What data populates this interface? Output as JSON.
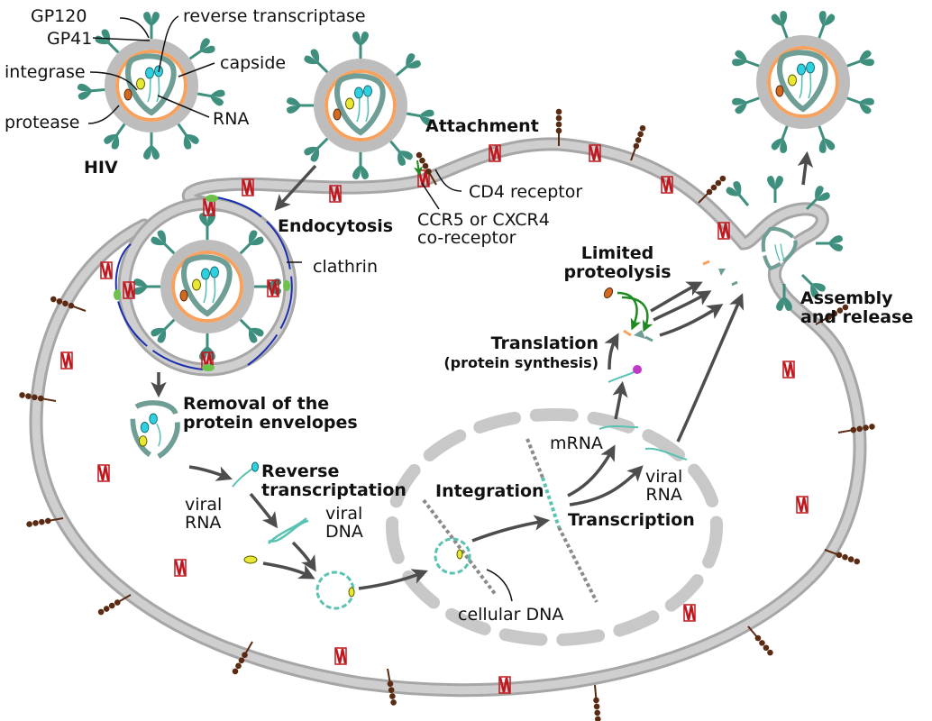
{
  "title": "HIV replication cycle",
  "colors": {
    "membrane": "#bdbdbd",
    "membrane_edge": "#a6a6a6",
    "capsid": "#6f9e96",
    "matrix": "#f7a15e",
    "spike": "#3f8f7f",
    "rna": "#59c3b3",
    "enzyme_cyan": "#2fd0e0",
    "integrase": "#e8e832",
    "protease": "#d2691e",
    "cd4": "#5a2a12",
    "coreceptor": "#c0171f",
    "clathrin": "#1a2fb0",
    "adaptor": "#6cc24a",
    "arrow": "#4d4d4d",
    "protease_arrow": "#1f8a1f",
    "ribosome": "#c03ac8",
    "nucleus": "#c8c8c8"
  },
  "virion_labels": {
    "gp120": "GP120",
    "gp41": "GP41",
    "reverse_transcriptase": "reverse transcriptase",
    "integrase": "integrase",
    "capside": "capside",
    "protease": "protease",
    "rna": "RNA",
    "hiv": "HIV"
  },
  "membrane_labels": {
    "cd4": "CD4 receptor",
    "coreceptor_line1": "CCR5 or CXCR4",
    "coreceptor_line2": "co-receptor",
    "clathrin": "clathrin"
  },
  "steps": {
    "attachment": "Attachment",
    "endocytosis": "Endocytosis",
    "removal_line1": "Removal of the",
    "removal_line2": "protein envelopes",
    "rt_line1": "Reverse",
    "rt_line2": "transcriptation",
    "integration": "Integration",
    "transcription": "Transcription",
    "translation_line1": "Translation",
    "translation_line2": "(protein synthesis)",
    "proteolysis_line1": "Limited",
    "proteolysis_line2": "proteolysis",
    "assembly_line1": "Assembly",
    "assembly_line2": "and release"
  },
  "molecule_labels": {
    "viral_rna_1_line1": "viral",
    "viral_rna_1_line2": "RNA",
    "viral_dna_line1": "viral",
    "viral_dna_line2": "DNA",
    "cellular_dna": "cellular DNA",
    "mrna": "mRNA",
    "viral_rna_2_line1": "viral",
    "viral_rna_2_line2": "RNA"
  }
}
